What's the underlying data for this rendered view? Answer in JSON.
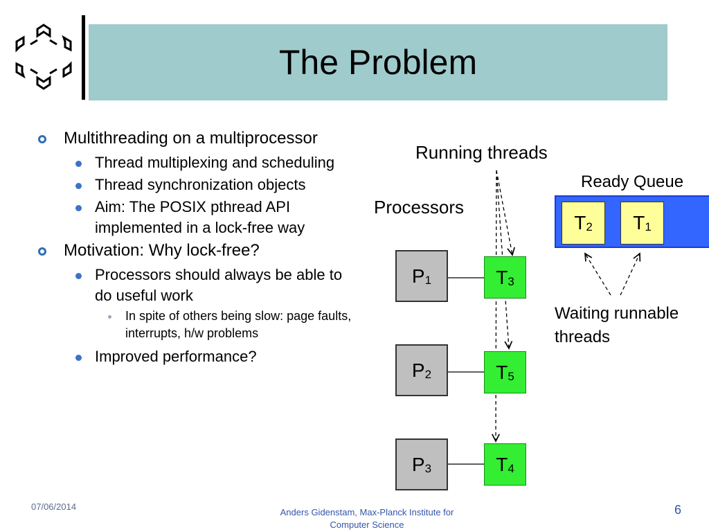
{
  "slide": {
    "title": "The Problem",
    "bullets": [
      {
        "text": "Multithreading on a multiprocessor",
        "children": [
          {
            "text": "Thread multiplexing and scheduling"
          },
          {
            "text": "Thread synchronization objects"
          },
          {
            "text": "Aim: The POSIX pthread API implemented in a lock-free way"
          }
        ]
      },
      {
        "text": "Motivation: Why lock-free?",
        "children": [
          {
            "text": "Processors should always be able to do useful work",
            "children": [
              {
                "text": "In spite of others being slow: page faults, interrupts, h/w problems"
              }
            ]
          },
          {
            "text": "Improved performance?"
          }
        ]
      }
    ]
  },
  "diagram": {
    "running_label": "Running threads",
    "processors_label": "Processors",
    "ready_queue_label": "Ready Queue",
    "waiting_label_line1": "Waiting runnable",
    "waiting_label_line2": "threads",
    "processors": [
      {
        "base": "P",
        "sub": "1"
      },
      {
        "base": "P",
        "sub": "2"
      },
      {
        "base": "P",
        "sub": "3"
      }
    ],
    "running": [
      {
        "base": "T",
        "sub": "3"
      },
      {
        "base": "T",
        "sub": "5"
      },
      {
        "base": "T",
        "sub": "4"
      }
    ],
    "ready": [
      {
        "base": "T",
        "sub": "2"
      },
      {
        "base": "T",
        "sub": "1"
      }
    ],
    "colors": {
      "title_band": "#9fcbcc",
      "processor_fill": "#bfbfbf",
      "running_thread_fill": "#33ee33",
      "ready_thread_fill": "#ffff99",
      "queue_fill": "#3366ff"
    }
  },
  "footer": {
    "date": "07/06/2014",
    "author_line1": "Anders Gidenstam, Max-Planck Institute for",
    "author_line2": "Computer Science",
    "page": "6"
  }
}
